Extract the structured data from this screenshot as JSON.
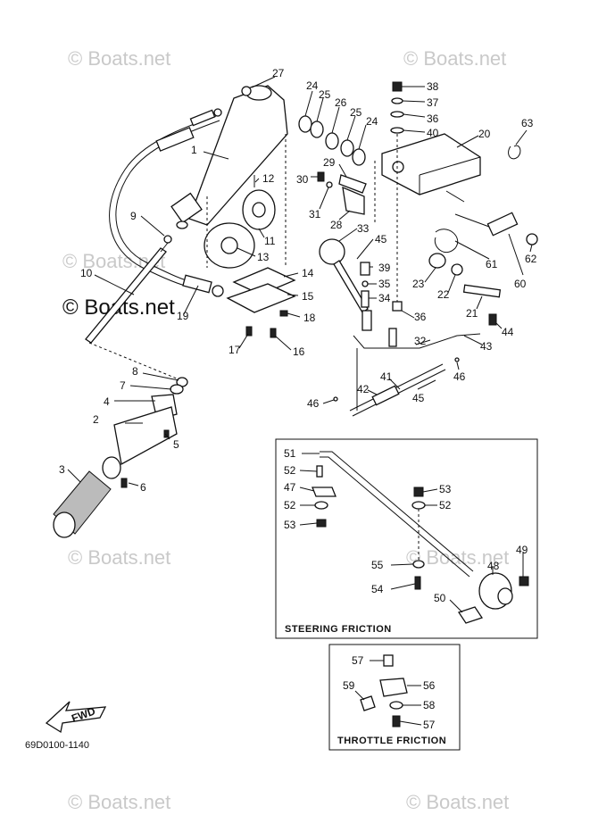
{
  "watermarks": {
    "top_left": "© Boats.net",
    "top_right": "© Boats.net",
    "middle_left": "© Boats.net",
    "middle_bold": "© Boats.net",
    "lower_left": "© Boats.net",
    "lower_right": "© Boats.net",
    "bottom_left": "© Boats.net",
    "bottom_right": "© Boats.net"
  },
  "boxes": {
    "steering_friction": "STEERING FRICTION",
    "throttle_friction": "THROTTLE FRICTION"
  },
  "fwd_label": "FWD",
  "diagram_code": "69D0100-1140",
  "callouts": {
    "n1": "1",
    "n2": "2",
    "n3": "3",
    "n4": "4",
    "n5": "5",
    "n6": "6",
    "n7": "7",
    "n8": "8",
    "n9": "9",
    "n10": "10",
    "n11": "11",
    "n12": "12",
    "n13": "13",
    "n14": "14",
    "n15": "15",
    "n16": "16",
    "n17": "17",
    "n18": "18",
    "n19": "19",
    "n20": "20",
    "n21": "21",
    "n22": "22",
    "n23": "23",
    "n24a": "24",
    "n24b": "24",
    "n25a": "25",
    "n25b": "25",
    "n26": "26",
    "n27": "27",
    "n28": "28",
    "n29": "29",
    "n30": "30",
    "n31": "31",
    "n32": "32",
    "n33": "33",
    "n34": "34",
    "n35": "35",
    "n36a": "36",
    "n36b": "36",
    "n37": "37",
    "n38": "38",
    "n39": "39",
    "n40": "40",
    "n41": "41",
    "n42": "42",
    "n43": "43",
    "n44": "44",
    "n45a": "45",
    "n45b": "45",
    "n46a": "46",
    "n46b": "46",
    "n47": "47",
    "n48": "48",
    "n49": "49",
    "n50": "50",
    "n51": "51",
    "n52a": "52",
    "n52b": "52",
    "n52c": "52",
    "n53a": "53",
    "n53b": "53",
    "n54": "54",
    "n55": "55",
    "n56": "56",
    "n57a": "57",
    "n57b": "57",
    "n58": "58",
    "n59": "59",
    "n60": "60",
    "n61": "61",
    "n62": "62",
    "n63": "63"
  }
}
